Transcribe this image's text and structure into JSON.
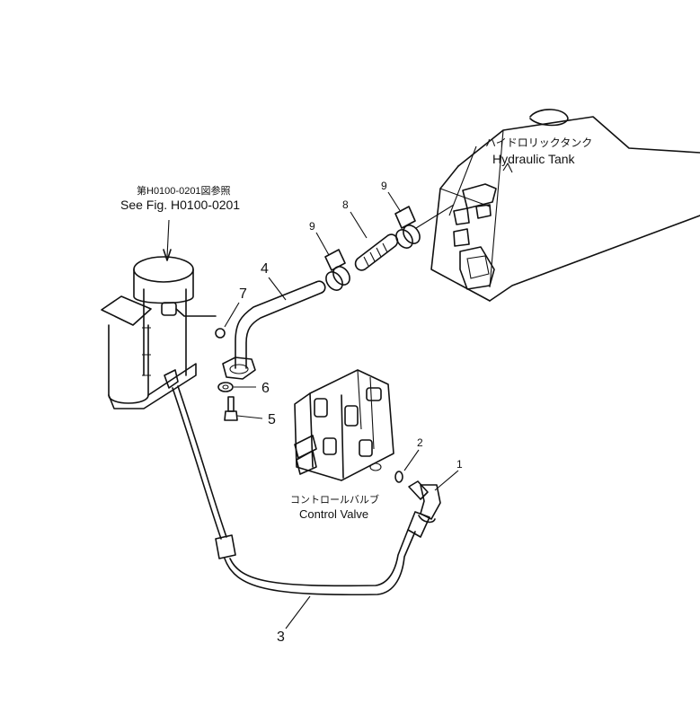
{
  "labels": {
    "hydraulic_tank_jp": "ハイドロリックタンク",
    "hydraulic_tank_en": "Hydraulic Tank",
    "see_fig_jp": "第H0100-0201図参照",
    "see_fig_en": "See Fig. H0100-0201",
    "control_valve_jp": "コントロールバルブ",
    "control_valve_en": "Control Valve"
  },
  "callouts": {
    "c1": "1",
    "c2": "2",
    "c3": "3",
    "c4": "4",
    "c5": "5",
    "c6": "6",
    "c7": "7",
    "c8": "8",
    "c9a": "9",
    "c9b": "9"
  },
  "colors": {
    "ink": "#111111",
    "paper": "#ffffff"
  }
}
